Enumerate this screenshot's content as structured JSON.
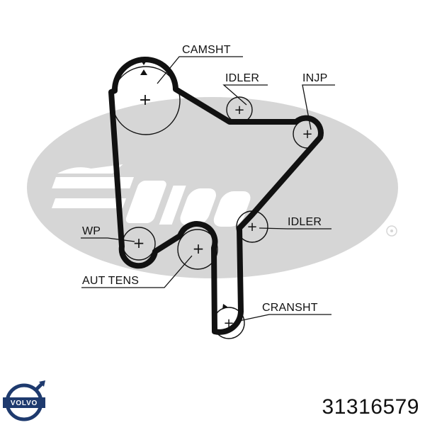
{
  "diagram": {
    "labels": {
      "camshaft": "CAMSHT",
      "idler_top": "IDLER",
      "injection_pump": "INJP",
      "idler_mid": "IDLER",
      "water_pump": "WP",
      "auto_tensioner": "AUT TENS",
      "crankshaft": "CRANSHT"
    },
    "pulley_marks": {
      "camshaft": "+",
      "idler_top": "+",
      "injection_pump": "+",
      "idler_mid": "+",
      "water_pump": "+",
      "auto_tensioner": "+",
      "crankshaft": "+"
    },
    "belt_color": "#111111",
    "watermark_color": "#d6d6d6"
  },
  "brand": {
    "logo": "volvo-logo",
    "logo_text": "VOLVO",
    "logo_color": "#1e3a6e"
  },
  "part_number": "31316579"
}
